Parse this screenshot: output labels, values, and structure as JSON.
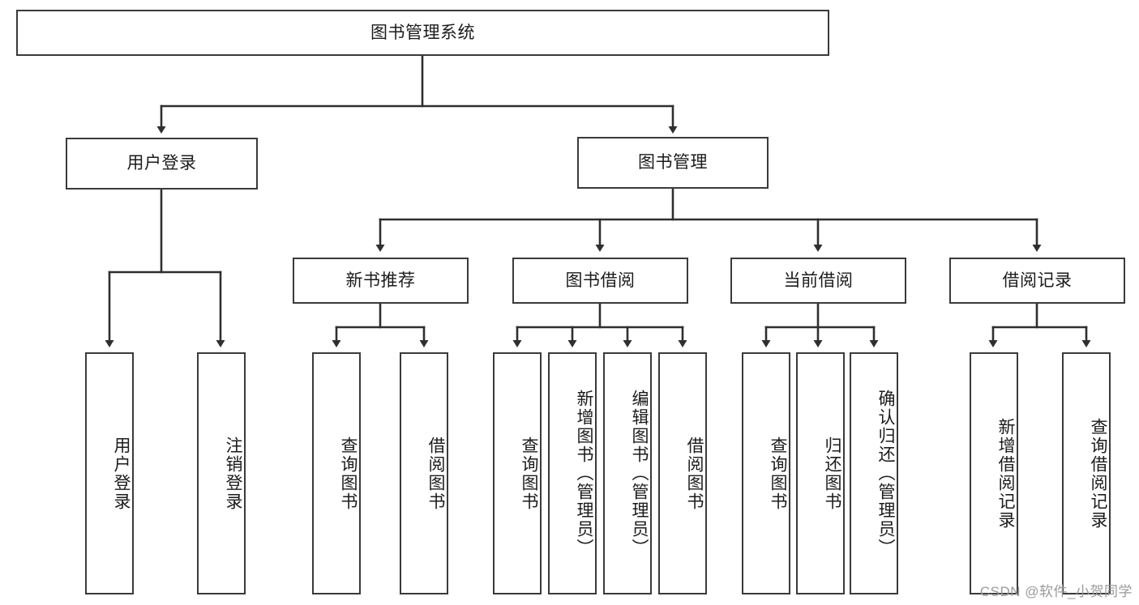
{
  "diagram": {
    "title": "图书管理系统",
    "watermark": "CSDN @软件_小贺同学",
    "colors": {
      "stroke": "#3a3a3a",
      "fill": "#ffffff",
      "text": "#1b1b1b",
      "watermark": "#9a9a9a"
    },
    "levels": {
      "root": {
        "label": "图书管理系统"
      },
      "level2": [
        {
          "id": "user-login",
          "label": "用户登录"
        },
        {
          "id": "book-management",
          "label": "图书管理"
        }
      ],
      "level3": [
        {
          "id": "new-book-recommend",
          "label": "新书推荐",
          "parent": "book-management"
        },
        {
          "id": "book-borrow",
          "label": "图书借阅",
          "parent": "book-management"
        },
        {
          "id": "current-borrow",
          "label": "当前借阅",
          "parent": "book-management"
        },
        {
          "id": "borrow-record",
          "label": "借阅记录",
          "parent": "book-management"
        }
      ],
      "leaves": [
        {
          "id": "leaf-user-login",
          "label": "用户登录",
          "parent": "user-login"
        },
        {
          "id": "leaf-logout",
          "label": "注销登录",
          "parent": "user-login"
        },
        {
          "id": "leaf-query-book-1",
          "label": "查询图书",
          "parent": "new-book-recommend"
        },
        {
          "id": "leaf-borrow-book-1",
          "label": "借阅图书",
          "parent": "new-book-recommend"
        },
        {
          "id": "leaf-query-book-2",
          "label": "查询图书",
          "parent": "book-borrow"
        },
        {
          "id": "leaf-add-book",
          "label": "新增图书（管理员）",
          "parent": "book-borrow"
        },
        {
          "id": "leaf-edit-book",
          "label": "编辑图书（管理员）",
          "parent": "book-borrow"
        },
        {
          "id": "leaf-borrow-book-2",
          "label": "借阅图书",
          "parent": "book-borrow"
        },
        {
          "id": "leaf-query-book-3",
          "label": "查询图书",
          "parent": "current-borrow"
        },
        {
          "id": "leaf-return-book",
          "label": "归还图书",
          "parent": "current-borrow"
        },
        {
          "id": "leaf-confirm-return",
          "label": "确认归还（管理员）",
          "parent": "current-borrow"
        },
        {
          "id": "leaf-add-record",
          "label": "新增借阅记录",
          "parent": "borrow-record"
        },
        {
          "id": "leaf-query-record",
          "label": "查询借阅记录",
          "parent": "borrow-record"
        }
      ]
    }
  }
}
